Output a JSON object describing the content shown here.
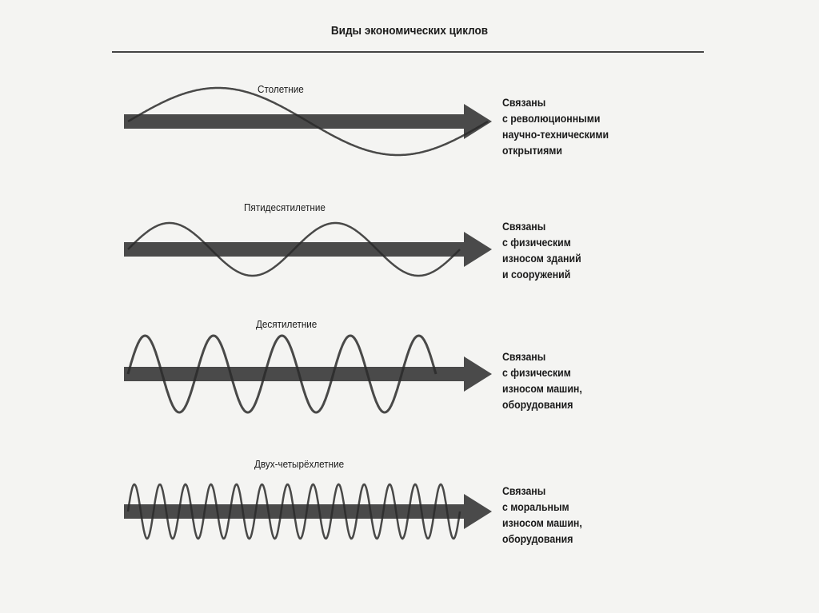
{
  "title": "Виды экономических циклов",
  "colors": {
    "arrow": "#4a4a4a",
    "wave": "#2a2a2a",
    "background": "#f4f4f2"
  },
  "cycles": [
    {
      "name": "Столетние",
      "lines": [
        "Связаны",
        "с революционными",
        "научно-техническими",
        "открытиями"
      ],
      "wave_cycles": 1
    },
    {
      "name": "Пятидесятилетние",
      "lines": [
        "Связаны",
        "с физическим",
        "износом зданий",
        "и сооружений"
      ],
      "wave_cycles": 2
    },
    {
      "name": "Десятилетние",
      "lines": [
        "Связаны",
        "с физическим",
        "износом машин,",
        "оборудования"
      ],
      "wave_cycles": 4.5
    },
    {
      "name": "Двух-четырёхлетние",
      "lines": [
        "Связаны",
        "с моральным",
        "износом машин,",
        "оборудования"
      ],
      "wave_cycles": 13
    }
  ]
}
